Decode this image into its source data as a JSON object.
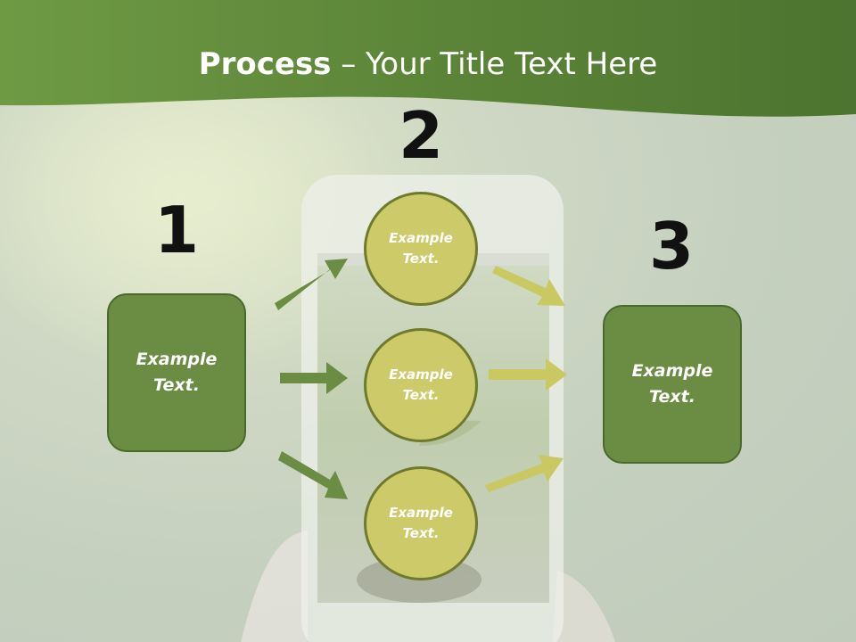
{
  "slide": {
    "title_bold": "Process",
    "title_rest": " – Your Title Text Here",
    "step_numbers": [
      "1",
      "2",
      "3"
    ],
    "left_box_text": "Example Text.",
    "right_box_text": "Example Text.",
    "circles": [
      "Example Text.",
      "Example Text.",
      "Example Text."
    ]
  },
  "colors": {
    "header_green": "#5f8a3a",
    "box_green": "#6a8c43",
    "circle_fill": "#cdca6a",
    "arrow_dark": "#6a8c43",
    "arrow_light": "#c9c862"
  }
}
